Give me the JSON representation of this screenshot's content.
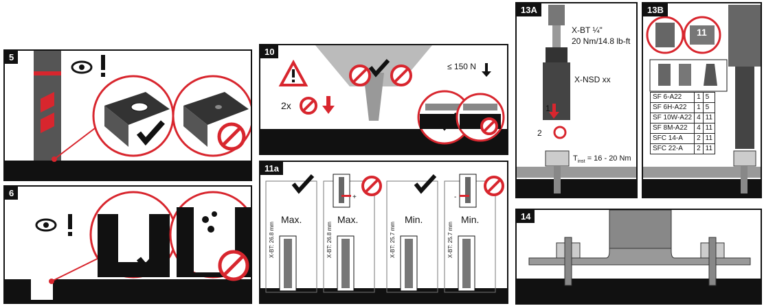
{
  "steps": {
    "s5": {
      "label": "5"
    },
    "s6": {
      "label": "6"
    },
    "s10": {
      "label": "10",
      "force_note": "≤ 150 N",
      "repeat": "2x"
    },
    "s11a": {
      "label": "11a",
      "cols": [
        {
          "text": "Max.",
          "gauge": "X-BT: 26.8 mm"
        },
        {
          "text": "Max.",
          "gauge": "X-BT: 26.8 mm"
        },
        {
          "text": "Min.",
          "gauge": "X-BT: 25.7 mm"
        },
        {
          "text": "Min.",
          "gauge": "X-BT: 25.7 mm"
        }
      ],
      "plus": "+",
      "minus": "-"
    },
    "s13a": {
      "label": "13A",
      "bit": "X-BT ¼\"",
      "torque": "20 Nm/14.8 lb-ft",
      "socket": "X-NSD xx",
      "step1": "1",
      "step2": "2",
      "tinst_prefix": "T",
      "tinst_sub": "inst",
      "tinst_value": " = 16 - 20 Nm"
    },
    "s13b": {
      "label": "13B",
      "dial": "11",
      "table": [
        [
          "SF 6-A22",
          "1",
          "5"
        ],
        [
          "SF 6H-A22",
          "1",
          "5"
        ],
        [
          "SF 10W-A22",
          "4",
          "11"
        ],
        [
          "SF 8M-A22",
          "4",
          "11"
        ],
        [
          "SFC 14-A",
          "2",
          "11"
        ],
        [
          "SFC 22-A",
          "2",
          "11"
        ]
      ]
    },
    "s14": {
      "label": "14"
    }
  },
  "colors": {
    "red": "#d8262e",
    "black": "#111111",
    "grey": "#8a8a8a"
  }
}
